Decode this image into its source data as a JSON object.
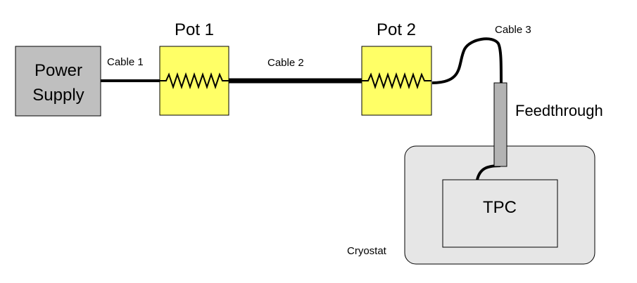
{
  "power_supply": {
    "line1": "Power",
    "line2": "Supply"
  },
  "pot1": {
    "label": "Pot 1",
    "symbol": "WW"
  },
  "pot2": {
    "label": "Pot 2",
    "symbol": "WW"
  },
  "cables": {
    "c1": "Cable 1",
    "c2": "Cable 2",
    "c3": "Cable 3"
  },
  "feedthrough": {
    "label": "Feedthrough"
  },
  "cryostat": {
    "label": "Cryostat"
  },
  "tpc": {
    "label": "TPC"
  },
  "colors": {
    "power_supply_fill": "#bfbfbf",
    "pot_fill": "#ffff66",
    "cryostat_fill": "#e6e6e6",
    "tpc_fill": "#e6e6e6",
    "feedthrough_fill": "#b3b3b3",
    "cable": "#000000"
  }
}
